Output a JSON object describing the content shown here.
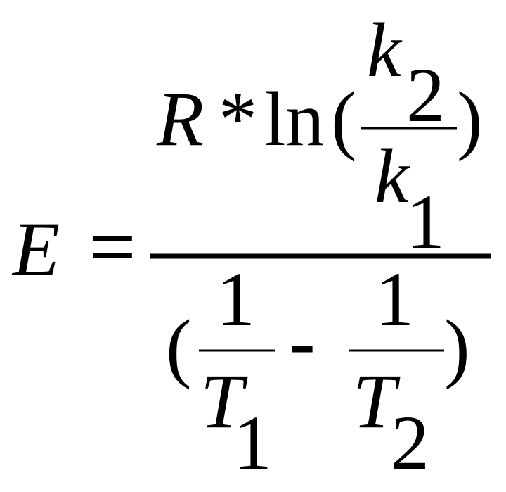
{
  "equation": {
    "lhs": "E",
    "equals": "=",
    "numerator": {
      "R": "R",
      "star": "*",
      "ln": "ln",
      "open_paren": "(",
      "close_paren": ")",
      "k": "k",
      "sub_top": "2",
      "sub_bottom": "1"
    },
    "denominator": {
      "open_paren": "(",
      "close_paren": ")",
      "one_left": "1",
      "one_right": "1",
      "minus": "-",
      "T": "T",
      "sub_left": "1",
      "sub_right": "2"
    }
  }
}
